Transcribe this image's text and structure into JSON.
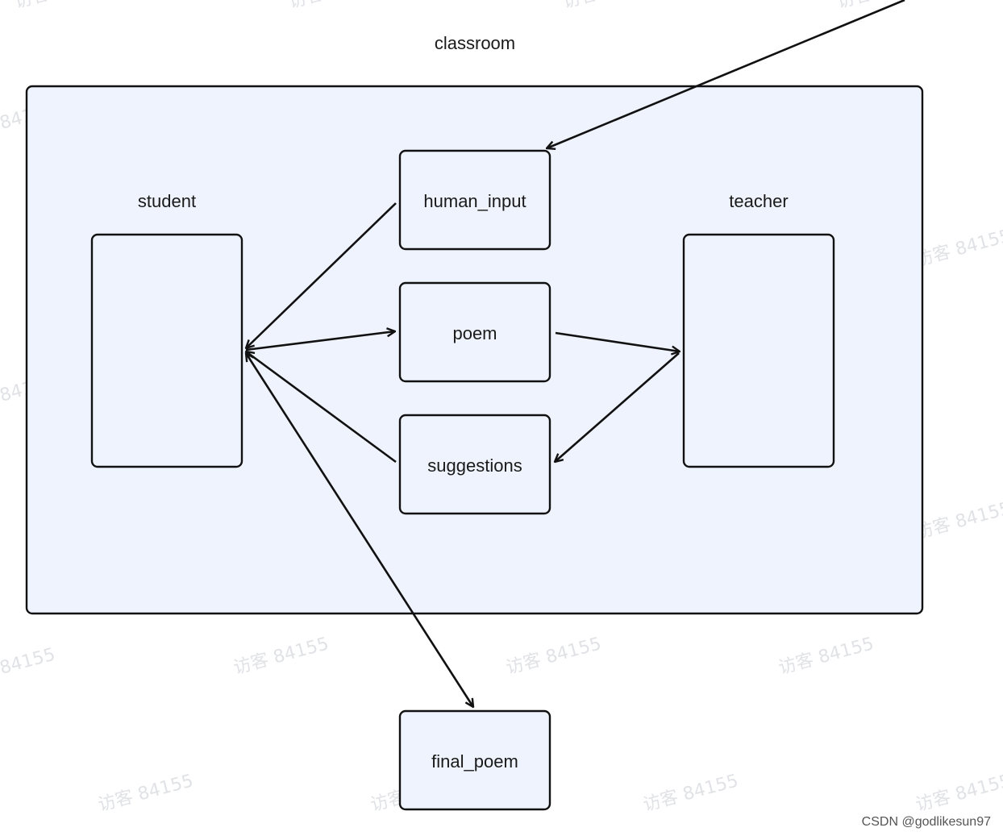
{
  "diagram": {
    "region_label": "classroom",
    "nodes": {
      "student": "student",
      "teacher": "teacher",
      "human_input": "human_input",
      "poem": "poem",
      "suggestions": "suggestions",
      "final_poem": "final_poem"
    }
  },
  "watermark": {
    "text": "访客 84155",
    "partial_text": "84155"
  },
  "credit": "CSDN @godlikesun97",
  "colors": {
    "node_fill": "#eef3fd",
    "stroke": "#111111",
    "watermark": "#c9ccd3"
  }
}
